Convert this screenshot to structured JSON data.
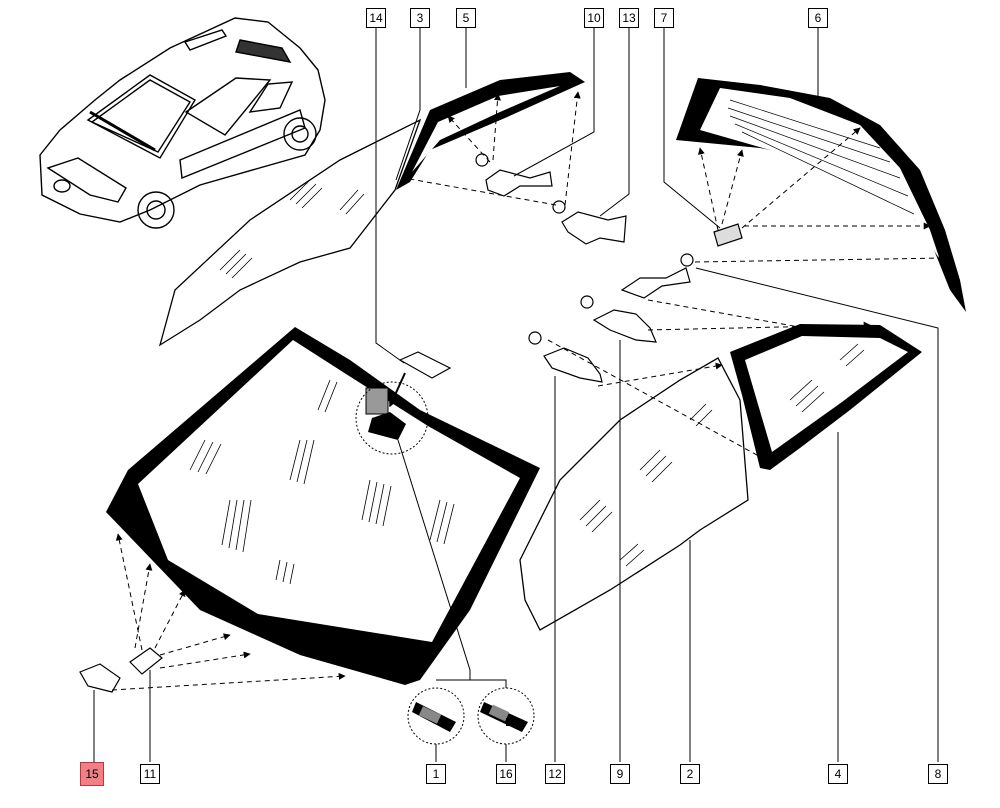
{
  "callouts": {
    "c14": "14",
    "c3": "3",
    "c5": "5",
    "c10": "10",
    "c13": "13",
    "c7": "7",
    "c6": "6",
    "c15": "15",
    "c11": "11",
    "c1": "1",
    "c16": "16",
    "c12": "12",
    "c9": "9",
    "c2": "2",
    "c4": "4",
    "c8": "8"
  },
  "highlighted_callout": "15",
  "colors": {
    "line": "#000000",
    "paper": "#ffffff",
    "highlight": "#f07f86"
  }
}
